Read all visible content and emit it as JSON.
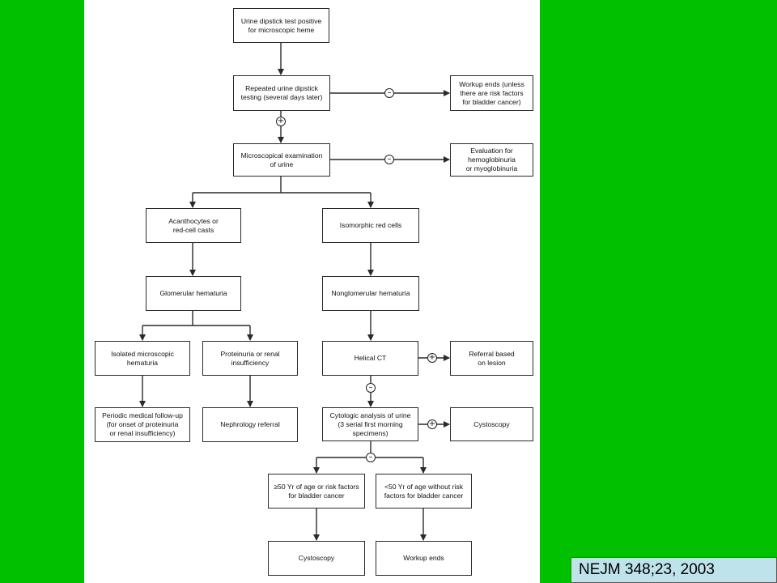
{
  "colors": {
    "background": "#00c000",
    "panel": "#ffffff",
    "citation_bg": "#bfe3ea",
    "line": "#2a2a2a"
  },
  "nodes": {
    "dipstick": "Urine dipstick test positive\nfor microscopic heme",
    "repeat": "Repeated urine dipstick\ntesting (several days later)",
    "workup_end_unless": "Workup ends (unless\nthere are risk factors\nfor bladder cancer)",
    "microscopy": "Microscopical examination\nof urine",
    "hemoglobinuria": "Evaluation for\nhemoglobinuria\nor myoglobinuria",
    "acanthocytes": "Acanthocytes or\nred-cell casts",
    "isomorphic": "Isomorphic red cells",
    "glomerular": "Glomerular hematuria",
    "nonglomerular": "Nonglomerular hematuria",
    "isolated": "Isolated microscopic\nhematuria",
    "proteinuria": "Proteinuria or renal\ninsufficiency",
    "helical_ct": "Helical CT",
    "referral_lesion": "Referral based\non lesion",
    "periodic": "Periodic medical follow-up\n(for onset of proteinuria\nor renal insufficiency)",
    "nephrology": "Nephrology referral",
    "cytology": "Cytologic analysis of urine\n(3 serial first morning\nspecimens)",
    "cystoscopy_right": "Cystoscopy",
    "over50": "≥50 Yr of age or risk factors\nfor bladder cancer",
    "under50": "<50 Yr of age without risk\nfactors for bladder cancer",
    "cystoscopy_bottom": "Cystoscopy",
    "workup_ends": "Workup ends"
  },
  "signs": {
    "minus": "–",
    "plus": "+"
  },
  "citation": "NEJM 348;23, 2003"
}
